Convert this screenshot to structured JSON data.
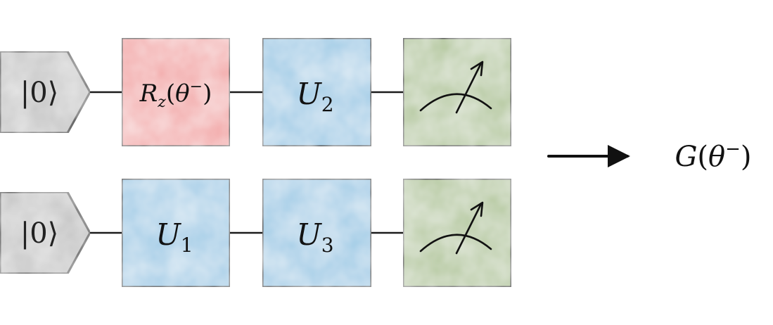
{
  "circuit": {
    "qubits": [
      {
        "input_state": {
          "bar_left": "|",
          "value": "0",
          "angle_right": "⟩"
        },
        "gates": [
          {
            "base": "R",
            "sub": "z",
            "open_paren": "(",
            "theta": "θ",
            "sup": "−",
            "close_paren": ")",
            "color": "#f2a6a6"
          },
          {
            "base": "U",
            "sub": "2",
            "color": "#9fcbe6"
          },
          {
            "kind": "measurement",
            "color": "#b3c79c"
          }
        ]
      },
      {
        "input_state": {
          "bar_left": "|",
          "value": "0",
          "angle_right": "⟩"
        },
        "gates": [
          {
            "base": "U",
            "sub": "1",
            "color": "#9fcbe6"
          },
          {
            "base": "U",
            "sub": "3",
            "color": "#9fcbe6"
          },
          {
            "kind": "measurement",
            "color": "#b3c79c"
          }
        ]
      }
    ],
    "input_color": "#c4c4c4",
    "output": {
      "arrow_icon": "right-arrow-icon",
      "func": "G",
      "open_paren": "(",
      "theta": "θ",
      "sup": "−",
      "close_paren": ")"
    }
  }
}
